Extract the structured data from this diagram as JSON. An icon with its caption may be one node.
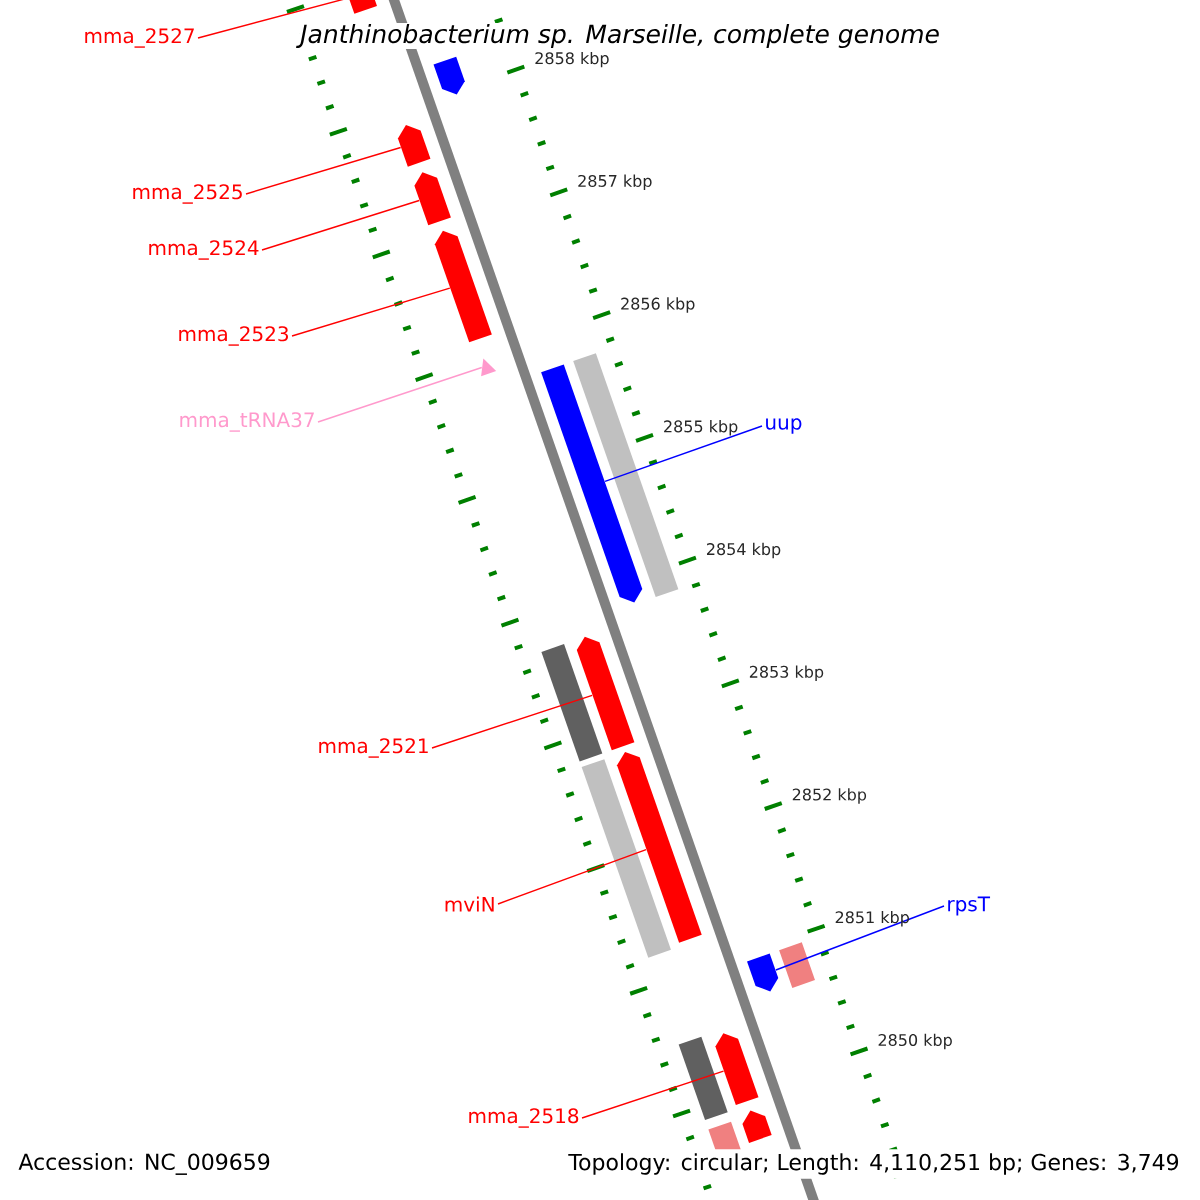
{
  "diagram": {
    "title": "Janthinobacterium sp. Marseille, complete genome",
    "nodes": [
      {
        "text": [
          "mma_2527"
        ]
      },
      {
        "text": [
          "mma_2525"
        ]
      },
      {
        "text": [
          "mma_2524"
        ]
      },
      {
        "text": [
          "mma_2523"
        ]
      },
      {
        "text": [
          "mma_tRNA37"
        ]
      },
      {
        "text": [
          "uup"
        ]
      },
      {
        "text": [
          "mma_2521"
        ]
      },
      {
        "text": [
          "mviN"
        ]
      },
      {
        "text": [
          "rpsT"
        ]
      },
      {
        "text": [
          "mma_2518"
        ]
      },
      {
        "text": [],
        "shape": "bar"
      },
      {
        "text": [],
        "shape": "bar"
      },
      {
        "text": [],
        "shape": "bar"
      },
      {
        "text": [],
        "shape": "bar"
      },
      {
        "text": [],
        "shape": "triangle"
      },
      {
        "text": [],
        "shape": "bar"
      },
      {
        "text": [],
        "shape": "bar"
      },
      {
        "text": [],
        "shape": "bar"
      },
      {
        "text": [],
        "shape": "bar"
      },
      {
        "text": [],
        "shape": "bar"
      },
      {
        "text": [],
        "shape": "bar"
      },
      {
        "text": [],
        "shape": "bar"
      }
    ],
    "edges": [
      {
        "from": 0,
        "to": 10,
        "arrow": "none"
      },
      {
        "from": 1,
        "to": 11,
        "arrow": "none"
      },
      {
        "from": 2,
        "to": 12,
        "arrow": "none"
      },
      {
        "from": 3,
        "to": 13,
        "arrow": "none"
      },
      {
        "from": 4,
        "to": 14,
        "arrow": "none",
        "color": "#ff99cc"
      },
      {
        "from": 5,
        "to": 15,
        "arrow": "none",
        "color": "#0000ff"
      },
      {
        "from": 6,
        "to": 16,
        "arrow": "none"
      },
      {
        "from": 7,
        "to": 17,
        "arrow": "none"
      },
      {
        "from": 8,
        "to": 18,
        "arrow": "none",
        "color": "#0000ff"
      },
      {
        "from": 9,
        "to": 19,
        "arrow": "none"
      }
    ],
    "labels": [
      "2858 kbp",
      "2857 kbp",
      "2856 kbp",
      "2855 kbp",
      "2854 kbp",
      "2853 kbp",
      "2852 kbp",
      "2851 kbp",
      "2850 kbp",
      "Accession: NC_009659",
      "Topology: circular; Length: 4,110,251 bp; Genes: 3,749"
    ]
  }
}
